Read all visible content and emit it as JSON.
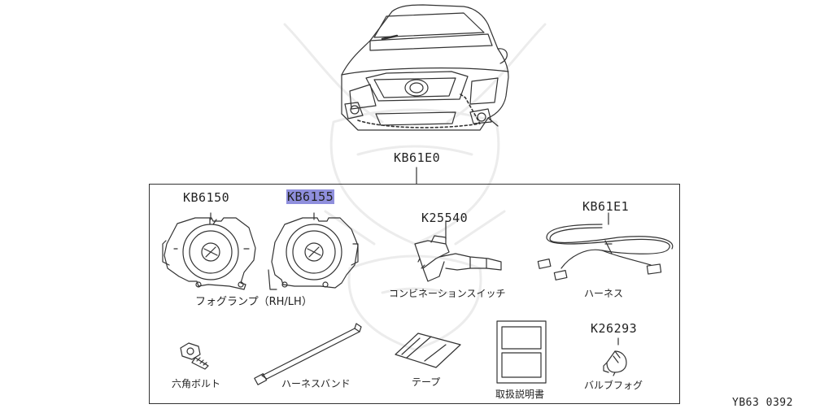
{
  "assembly": {
    "code": "KB61E0"
  },
  "parts": [
    {
      "id": "fog_rh",
      "code": "KB6150"
    },
    {
      "id": "fog_lh",
      "code": "KB6155",
      "highlight_color": "#8f8fdd"
    },
    {
      "id": "switch",
      "code": "K25540",
      "name": "コンビネーションスイッチ"
    },
    {
      "id": "harness",
      "code": "KB61E1",
      "name": "ハーネス"
    },
    {
      "id": "fog_pair_name",
      "name": "フォグランプ（RH/LH）"
    },
    {
      "id": "bolt",
      "name": "六角ボルト"
    },
    {
      "id": "band",
      "name": "ハーネスバンド"
    },
    {
      "id": "tape",
      "name": "テープ"
    },
    {
      "id": "manual",
      "name": "取扱説明書"
    },
    {
      "id": "bulb",
      "code": "K26293",
      "name": "バルブフォグ"
    }
  ],
  "diagram_id": "YB63  0392",
  "colors": {
    "line": "#333333",
    "watermark": "#eeeeee"
  }
}
